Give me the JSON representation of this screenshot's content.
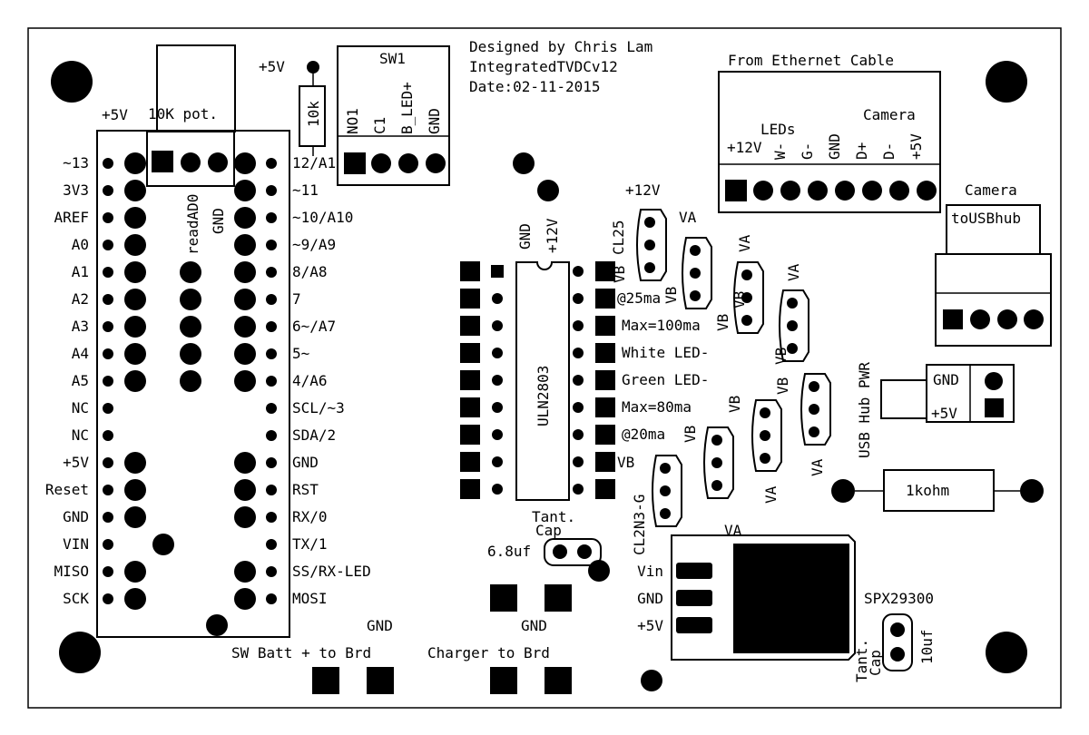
{
  "title": {
    "line1": "Designed by Chris Lam",
    "line2": "IntegratedTVDCv12",
    "line3": "Date:02-11-2015"
  },
  "arduino": {
    "left_pins": [
      "~13",
      "3V3",
      "AREF",
      "A0",
      "A1",
      "A2",
      "A3",
      "A4",
      "A5",
      "NC",
      "NC",
      "+5V",
      "Reset",
      "GND",
      "VIN",
      "MISO",
      "SCK"
    ],
    "right_pins": [
      "12/A1",
      "~11",
      "~10/A10",
      "~9/A9",
      "8/A8",
      "7",
      "6~/A7",
      "5~",
      "4/A6",
      "SCL/~3",
      "SDA/2",
      "GND",
      "RST",
      "RX/0",
      "TX/1",
      "SS/RX-LED",
      "MOSI"
    ],
    "plus5v_label": "+5V"
  },
  "pot": {
    "label": "10K pot.",
    "read_label": "readAD0",
    "gnd_label": "GND"
  },
  "resistor_10k": {
    "label": "10k",
    "supply": "+5V"
  },
  "sw1": {
    "label": "SW1",
    "pins": [
      "NO1",
      "C1",
      "B_LED+",
      "GND"
    ]
  },
  "ethernet": {
    "title": "From Ethernet Cable",
    "leds_label": "LEDs",
    "camera_label": "Camera",
    "pins": [
      "+12V",
      "W-",
      "G-",
      "GND",
      "D+",
      "D-",
      "+5V"
    ]
  },
  "camera_usb": {
    "label": "Camera",
    "sub": "toUSBhub"
  },
  "uln": {
    "label": "ULN2803",
    "gnd": "GND",
    "v12": "+12V",
    "notes": [
      "VB",
      "@25ma",
      "Max=100ma",
      "White LED-",
      "Green LED-",
      "Max=80ma",
      "@20ma",
      "VB"
    ]
  },
  "regulators": {
    "v12": "+12V",
    "cl25": "CL25",
    "cl2n3": "CL2N3-G",
    "va": "VA",
    "vb": "VB"
  },
  "usb_hub_pwr": {
    "label": "USB Hub PWR",
    "gnd": "GND",
    "v5": "+5V"
  },
  "resistor_1k": {
    "label": "1kohm"
  },
  "tant_cap1": {
    "line1": "Tant.",
    "line2": "Cap",
    "value": "6.8uf"
  },
  "tant_cap2": {
    "line1": "Tant.",
    "line2": "Cap",
    "value": "10uf"
  },
  "spx": {
    "label": "SPX29300",
    "pins": [
      "Vin",
      "GND",
      "+5V"
    ]
  },
  "bottom": {
    "sw_batt": "SW Batt + to Brd",
    "gnd1": "GND",
    "charger": "Charger to Brd",
    "gnd2": "GND"
  }
}
